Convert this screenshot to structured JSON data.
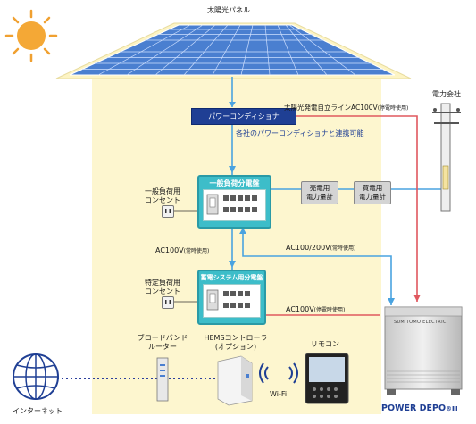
{
  "labels": {
    "solar_panel": "太陽光パネル",
    "power_company": "電力会社",
    "power_conditioner": "パワーコンディショナ",
    "self_sustaining_line": "太陽光発電自立ラインAC100V",
    "self_sustaining_line_note": "(停電時使用)",
    "pcs_compatibility": "各社のパワーコンディショナと連携可能",
    "general_load_outlet_1": "一般負荷用",
    "general_load_outlet_2": "コンセント",
    "general_panel_title": "一般負荷分電盤",
    "sell_meter_1": "売電用",
    "sell_meter_2": "電力量計",
    "buy_meter_1": "買電用",
    "buy_meter_2": "電力量計",
    "ac100_normal": "AC100V",
    "ac100_normal_note": "(常時使用)",
    "ac100_200_normal": "AC100/200V",
    "ac100_200_normal_note": "(常時使用)",
    "specific_load_outlet_1": "特定負荷用",
    "specific_load_outlet_2": "コンセント",
    "storage_panel_title": "蓄電システム用分電盤",
    "ac100_outage": "AC100V",
    "ac100_outage_note": "(停電時使用)",
    "broadband_router_1": "ブロードバンド",
    "broadband_router_2": "ルーター",
    "hems_controller_1": "HEMSコントローラ",
    "hems_controller_2": "(オプション)",
    "remote": "リモコン",
    "wifi": "Wi-Fi",
    "internet": "インターネット",
    "product_name": "POWER DEPO",
    "product_suffix": "®Ⅲ",
    "unit_brand": "SUMITOMO ELECTRIC"
  },
  "colors": {
    "house_fill": "#fdf6cf",
    "roof_fill": "#fdf4c4",
    "panel_blue": "#4a7fd0",
    "dc_line": "#4aa3e0",
    "outage_line": "#e0585f",
    "network_line": "#2c3f9c",
    "sun": "#f0a030"
  },
  "icons": [
    "sun-icon",
    "solar-panel-icon",
    "utility-pole-icon",
    "globe-icon",
    "router-icon",
    "hems-icon",
    "wifi-icon",
    "remote-icon",
    "battery-unit-icon",
    "outlet-icon"
  ]
}
